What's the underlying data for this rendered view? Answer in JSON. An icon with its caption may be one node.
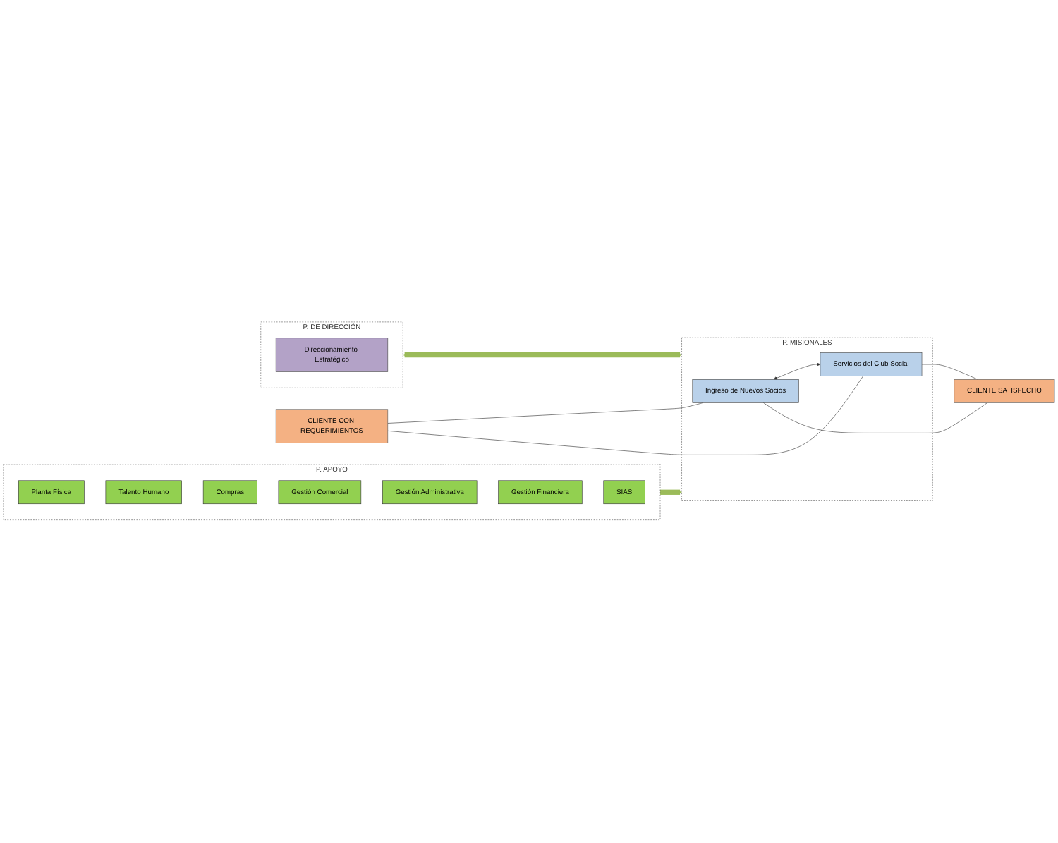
{
  "diagram": {
    "nodes": [
      {
        "text": [
          "CLIENTE CON REQUERIMIENTOS"
        ]
      },
      {
        "text": [
          "P. DE DIRECCIÓN"
        ]
      },
      {
        "text": [
          "Direccionamiento Estratégico"
        ],
        "in": 1
      },
      {
        "text": [
          "P. MISIONALES"
        ]
      },
      {
        "text": [
          "Ingreso de Nuevos Socios"
        ],
        "in": 3
      },
      {
        "text": [
          "Servicios del Club Social"
        ],
        "in": 3
      },
      {
        "text": [
          "P. APOYO"
        ]
      },
      {
        "text": [
          "Planta Física"
        ],
        "in": 6
      },
      {
        "text": [
          "Talento Humano"
        ],
        "in": 6
      },
      {
        "text": [
          "Compras"
        ],
        "in": 6
      },
      {
        "text": [
          "Gestión Comercial"
        ],
        "in": 6
      },
      {
        "text": [
          "Gestión Administrativa"
        ],
        "in": 6
      },
      {
        "text": [
          "Gestión Financiera"
        ],
        "in": 6
      },
      {
        "text": [
          "SIAS"
        ],
        "in": 6
      },
      {
        "text": [
          "CLIENTE SATISFECHO"
        ]
      }
    ],
    "edges": [
      {
        "from": 1,
        "to": 3,
        "arrow": "both",
        "style": "thick",
        "color": "#9bbb59"
      },
      {
        "from": 0,
        "to": 4,
        "arrow": "none"
      },
      {
        "from": 0,
        "to": 5,
        "arrow": "none"
      },
      {
        "from": 4,
        "to": 5,
        "arrow": "both"
      },
      {
        "from": 4,
        "to": 14,
        "arrow": "none"
      },
      {
        "from": 5,
        "to": 14,
        "arrow": "none"
      },
      {
        "from": 6,
        "to": 3,
        "arrow": "to",
        "style": "thick",
        "color": "#9bbb59"
      }
    ]
  }
}
